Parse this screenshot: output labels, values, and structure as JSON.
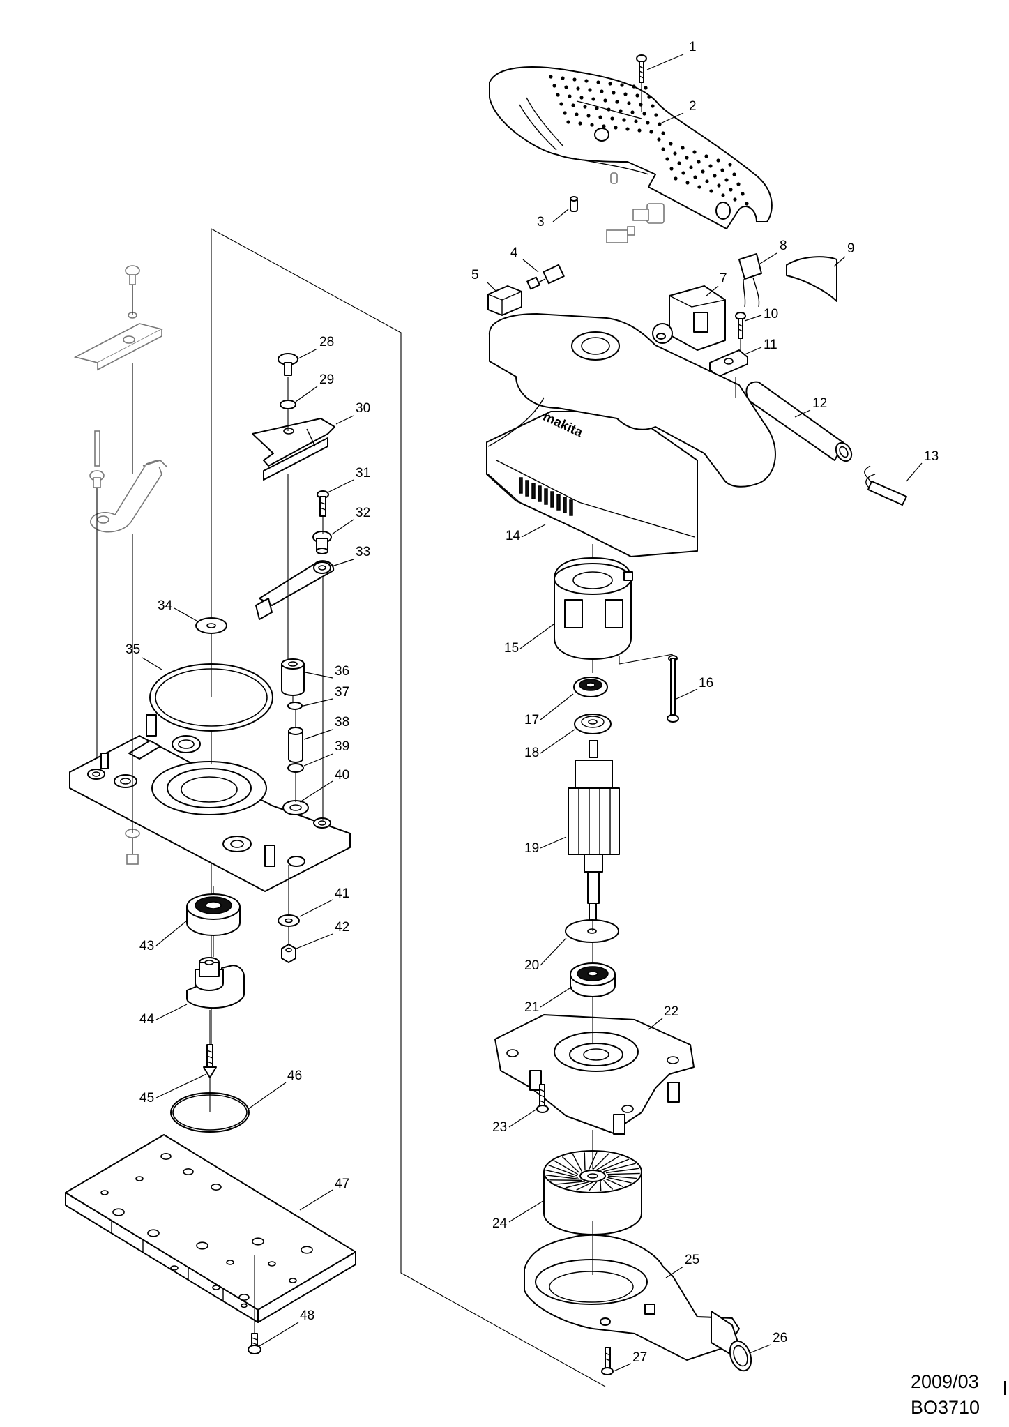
{
  "diagram": {
    "callouts": [
      "1",
      "2",
      "3",
      "4",
      "5",
      "7",
      "8",
      "9",
      "10",
      "11",
      "12",
      "13",
      "14",
      "15",
      "16",
      "17",
      "18",
      "19",
      "20",
      "21",
      "22",
      "23",
      "24",
      "25",
      "26",
      "27",
      "28",
      "29",
      "30",
      "31",
      "32",
      "33",
      "34",
      "35",
      "36",
      "37",
      "38",
      "39",
      "40",
      "41",
      "42",
      "43",
      "44",
      "45",
      "46",
      "47",
      "48"
    ],
    "date_stamp": "2009/03",
    "model_number": "BO3710",
    "brand_logo": "makita"
  }
}
